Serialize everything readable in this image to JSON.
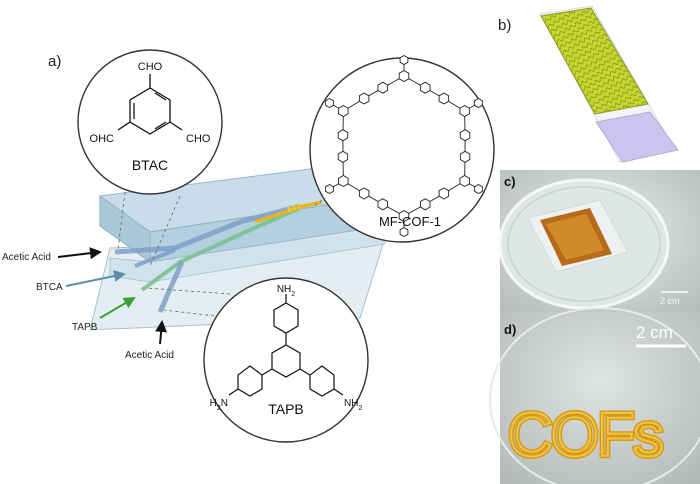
{
  "panels": {
    "a": "a)",
    "b": "b)",
    "c": "c)",
    "d": "d)"
  },
  "bubbles": {
    "btac": {
      "name": "BTAC",
      "groups": [
        "CHO",
        "OHC",
        "CHO"
      ]
    },
    "cof": {
      "name": "MF-COF-1"
    },
    "tapb": {
      "name": "TAPB",
      "groups": [
        "NH2",
        "H2N",
        "NH2"
      ]
    }
  },
  "inlets": {
    "acetic_top": "Acetic Acid",
    "btca": "BTCA",
    "tapb": "TAPB",
    "acetic_bottom": "Acetic Acid"
  },
  "scales": {
    "c": "2 cm",
    "d": "2 cm"
  },
  "writing": "COFs",
  "colors": {
    "chip_glass": "#b9d3e3",
    "channel_blue": "#7f9fc8",
    "channel_green": "#79c08d",
    "cof_yellow": "#e7b320",
    "film_green": "#b9c92a",
    "substrate_purple": "#c9c5ee",
    "arrow_black": "#111111",
    "arrow_green": "#3aa13a",
    "arrow_steel": "#5f8fa8"
  }
}
